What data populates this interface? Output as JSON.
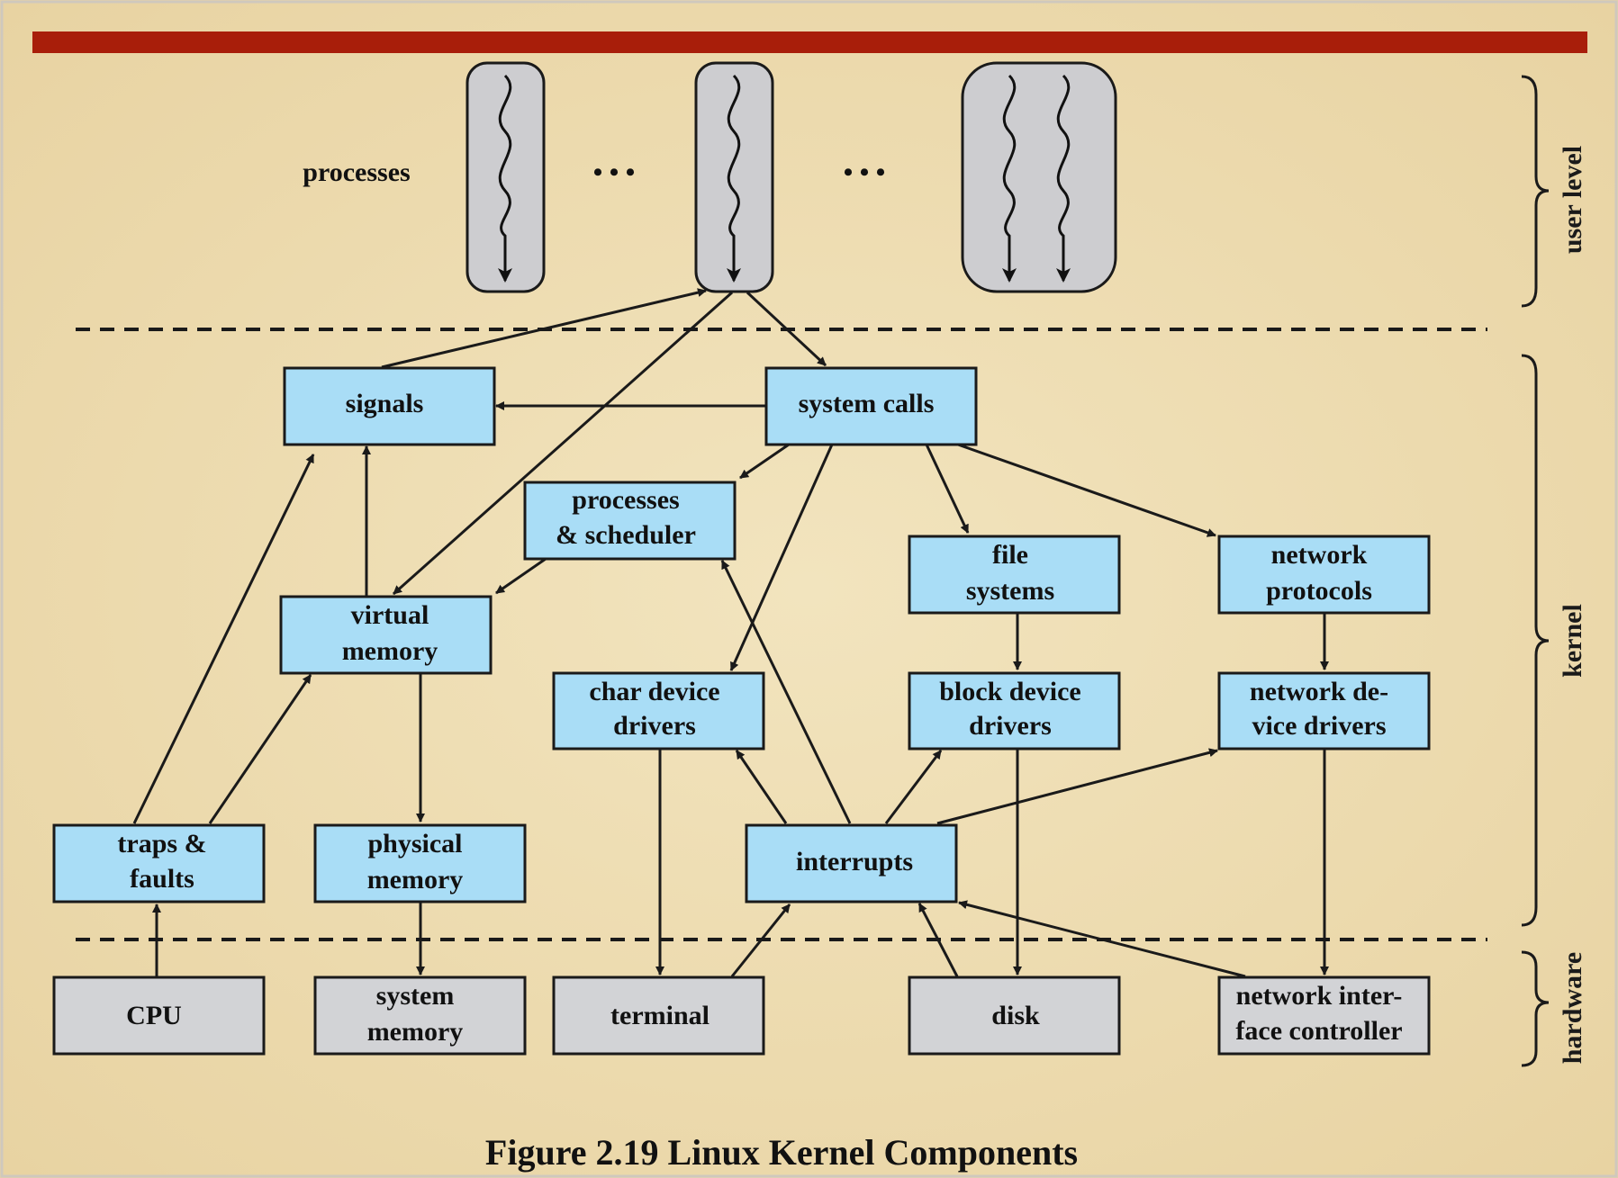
{
  "caption": "Figure 2.19  Linux Kernel Components",
  "processes_label": "processes",
  "ellipsis": "• • •",
  "levels": {
    "user": "user level",
    "kernel": "kernel",
    "hardware": "hardware"
  },
  "kernel_boxes": {
    "signals": [
      "signals"
    ],
    "system_calls": [
      "system calls"
    ],
    "processes_scheduler": [
      "processes",
      "& scheduler"
    ],
    "virtual_memory": [
      "virtual",
      "memory"
    ],
    "file_systems": [
      "file",
      "systems"
    ],
    "network_protocols": [
      "network",
      "protocols"
    ],
    "char_device_drivers": [
      "char device",
      "drivers"
    ],
    "block_device_drivers": [
      "block device",
      "drivers"
    ],
    "network_device_drivers": [
      "network de-",
      "vice drivers"
    ],
    "traps_faults": [
      "traps &",
      "faults"
    ],
    "physical_memory": [
      "physical",
      "memory"
    ],
    "interrupts": [
      "interrupts"
    ]
  },
  "hardware_boxes": {
    "cpu": [
      "CPU"
    ],
    "system_memory": [
      "system",
      "memory"
    ],
    "terminal": [
      "terminal"
    ],
    "disk": [
      "disk"
    ],
    "network_interface_controller": [
      "network inter-",
      "face controller"
    ]
  },
  "colors": {
    "background": "#efdfb6",
    "top_bar": "#a81e0a",
    "kernel_box_fill": "#a9ddf6",
    "hardware_box_fill": "#d2d3d6",
    "process_fill": "#cdcdd0",
    "line": "#1a1a1a"
  }
}
